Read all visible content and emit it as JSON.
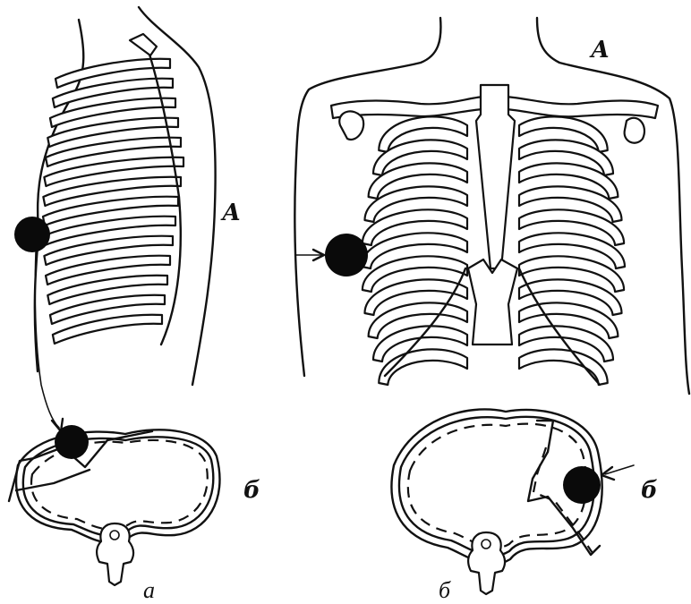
{
  "labels": {
    "left_view_A": "А",
    "right_view_A": "А",
    "left_section_B": "б",
    "right_section_B": "б"
  },
  "captions": {
    "left": "а",
    "right": "б"
  }
}
